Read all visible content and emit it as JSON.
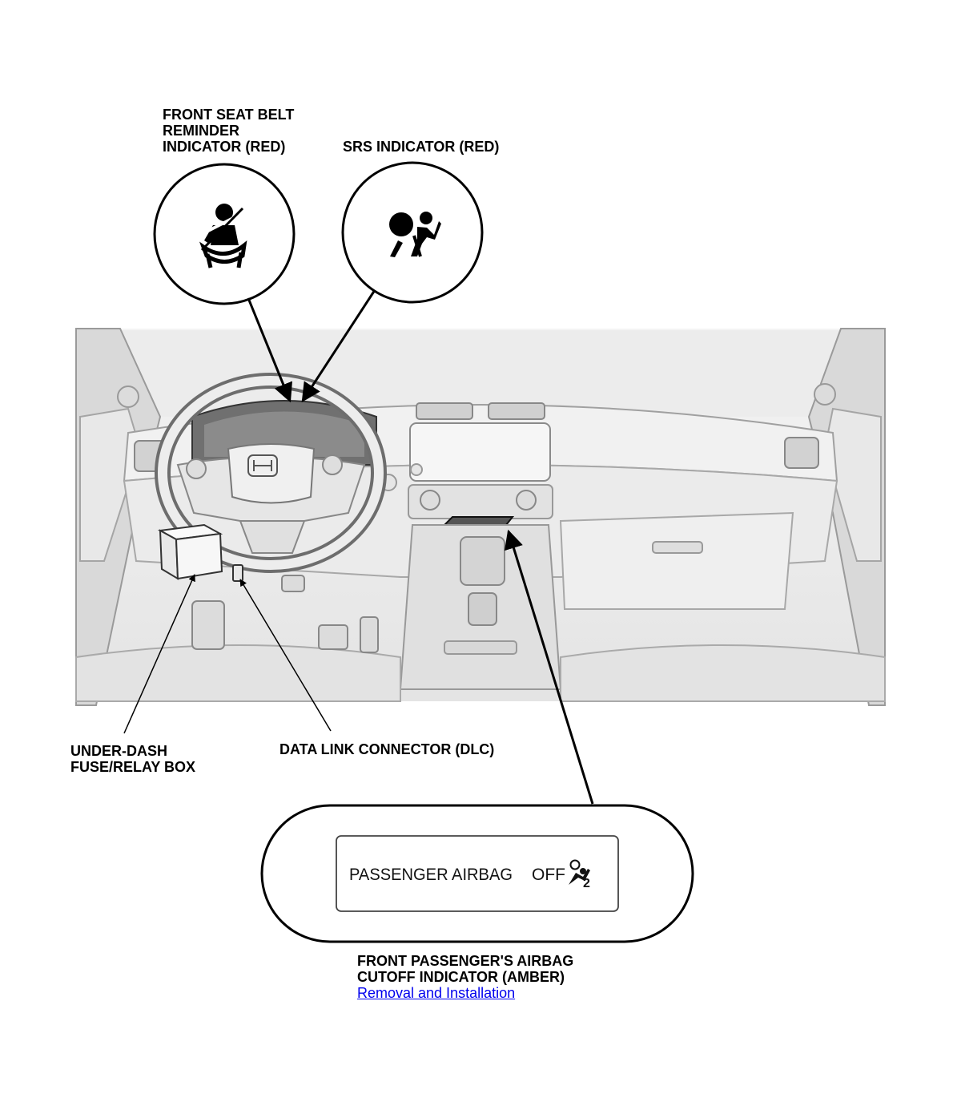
{
  "labels": {
    "seat_belt": {
      "line1": "FRONT SEAT BELT",
      "line2": "REMINDER",
      "line3": "INDICATOR (RED)"
    },
    "srs": "SRS INDICATOR (RED)",
    "fuse_box": {
      "line1": "UNDER-DASH",
      "line2": "FUSE/RELAY BOX"
    },
    "dlc": "DATA LINK CONNECTOR (DLC)",
    "passenger_airbag": {
      "line1": "FRONT PASSENGER'S AIRBAG",
      "line2": "CUTOFF INDICATOR (AMBER)"
    }
  },
  "link": {
    "text": "Removal and Installation"
  },
  "indicator_panel": {
    "left_text": "PASSENGER AIRBAG",
    "right_text": "OFF",
    "icon_digit": "2"
  },
  "icons": {
    "seat_belt": "seat-belt-icon",
    "srs": "airbag-icon",
    "passenger_airbag_off": "passenger-airbag-off-icon"
  },
  "colors": {
    "link": "#0000ee",
    "line": "#000000"
  }
}
